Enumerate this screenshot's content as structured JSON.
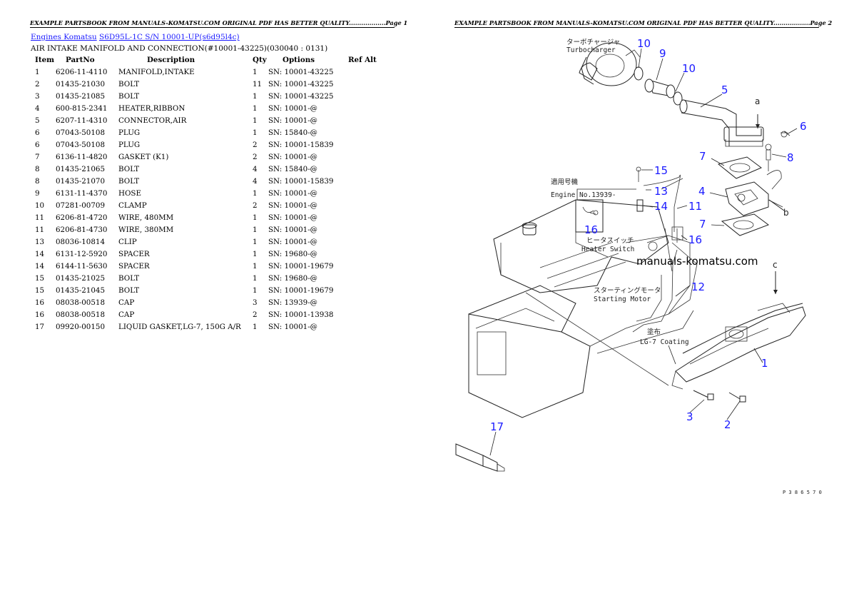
{
  "header": {
    "left": "EXAMPLE PARTSBOOK FROM MANUALS-KOMATSU.COM ORIGINAL PDF HAS BETTER QUALITY..................Page 1",
    "right": "EXAMPLE PARTSBOOK FROM MANUALS-KOMATSU.COM ORIGINAL PDF HAS BETTER QUALITY..................Page 2"
  },
  "breadcrumb": {
    "link1": "Engines Komatsu",
    "link2": "S6D95L-1C S/N 10001-UP(s6d95l4c)"
  },
  "subtitle": "AIR INTAKE MANIFOLD AND CONNECTION(#10001-43225)(030040 : 0131)",
  "table": {
    "headers": {
      "item": "Item",
      "partno": "PartNo",
      "description": "Description",
      "qty": "Qty",
      "options": "Options",
      "refalt": "Ref Alt"
    },
    "rows": [
      {
        "item": "1",
        "partno": "6206-11-4110",
        "description": "MANIFOLD,INTAKE",
        "qty": "1",
        "options": "SN: 10001-43225"
      },
      {
        "item": "2",
        "partno": "01435-21030",
        "description": "BOLT",
        "qty": "11",
        "options": "SN: 10001-43225"
      },
      {
        "item": "3",
        "partno": "01435-21085",
        "description": "BOLT",
        "qty": "1",
        "options": "SN: 10001-43225"
      },
      {
        "item": "4",
        "partno": "600-815-2341",
        "description": "HEATER,RIBBON",
        "qty": "1",
        "options": "SN: 10001-@"
      },
      {
        "item": "5",
        "partno": "6207-11-4310",
        "description": "CONNECTOR,AIR",
        "qty": "1",
        "options": "SN: 10001-@"
      },
      {
        "item": "6",
        "partno": "07043-50108",
        "description": "PLUG",
        "qty": "1",
        "options": "SN: 15840-@"
      },
      {
        "item": "6",
        "partno": "07043-50108",
        "description": "PLUG",
        "qty": "2",
        "options": "SN: 10001-15839"
      },
      {
        "item": "7",
        "partno": "6136-11-4820",
        "description": "GASKET (K1)",
        "qty": "2",
        "options": "SN: 10001-@"
      },
      {
        "item": "8",
        "partno": "01435-21065",
        "description": "BOLT",
        "qty": "4",
        "options": "SN: 15840-@"
      },
      {
        "item": "8",
        "partno": "01435-21070",
        "description": "BOLT",
        "qty": "4",
        "options": "SN: 10001-15839"
      },
      {
        "item": "9",
        "partno": "6131-11-4370",
        "description": "HOSE",
        "qty": "1",
        "options": "SN: 10001-@"
      },
      {
        "item": "10",
        "partno": "07281-00709",
        "description": "CLAMP",
        "qty": "2",
        "options": "SN: 10001-@"
      },
      {
        "item": "11",
        "partno": "6206-81-4720",
        "description": "WIRE, 480MM",
        "qty": "1",
        "options": "SN: 10001-@"
      },
      {
        "item": "11",
        "partno": "6206-81-4730",
        "description": "WIRE, 380MM",
        "qty": "1",
        "options": "SN: 10001-@"
      },
      {
        "item": "13",
        "partno": "08036-10814",
        "description": "CLIP",
        "qty": "1",
        "options": "SN: 10001-@"
      },
      {
        "item": "14",
        "partno": "6131-12-5920",
        "description": "SPACER",
        "qty": "1",
        "options": "SN: 19680-@"
      },
      {
        "item": "14",
        "partno": "6144-11-5630",
        "description": "SPACER",
        "qty": "1",
        "options": "SN: 10001-19679"
      },
      {
        "item": "15",
        "partno": "01435-21025",
        "description": "BOLT",
        "qty": "1",
        "options": "SN: 19680-@"
      },
      {
        "item": "15",
        "partno": "01435-21045",
        "description": "BOLT",
        "qty": "1",
        "options": "SN: 10001-19679"
      },
      {
        "item": "16",
        "partno": "08038-00518",
        "description": "CAP",
        "qty": "3",
        "options": "SN: 13939-@"
      },
      {
        "item": "16",
        "partno": "08038-00518",
        "description": "CAP",
        "qty": "2",
        "options": "SN: 10001-13938"
      },
      {
        "item": "17",
        "partno": "09920-00150",
        "description": "LIQUID GASKET,LG-7, 150G A/R",
        "qty": "1",
        "options": "SN: 10001-@"
      }
    ]
  },
  "diagram": {
    "callouts": [
      "10",
      "9",
      "10",
      "5",
      "6",
      "7",
      "8",
      "4",
      "7",
      "15",
      "13",
      "14",
      "11",
      "16",
      "16",
      "12",
      "1",
      "3",
      "2",
      "17"
    ],
    "labels": {
      "turbo_jp": "ターボチャージャ",
      "turbo_en": "Turbocharger",
      "engine_no_jp": "適用号機",
      "engine_no_en": "Engine No.13939-",
      "heater_jp": "ヒータスイッチ",
      "heater_en": "Heater Switch",
      "starting_jp": "スターティングモータ",
      "starting_en": "Starting Motor",
      "coating_jp": "塗布",
      "coating_en": "LG-7 Coating",
      "ref_a": "a",
      "ref_b": "b",
      "ref_c": "c",
      "watermark": "manuals-komatsu.com",
      "drawing_code": "P 3 8 6 5 7 0"
    }
  }
}
